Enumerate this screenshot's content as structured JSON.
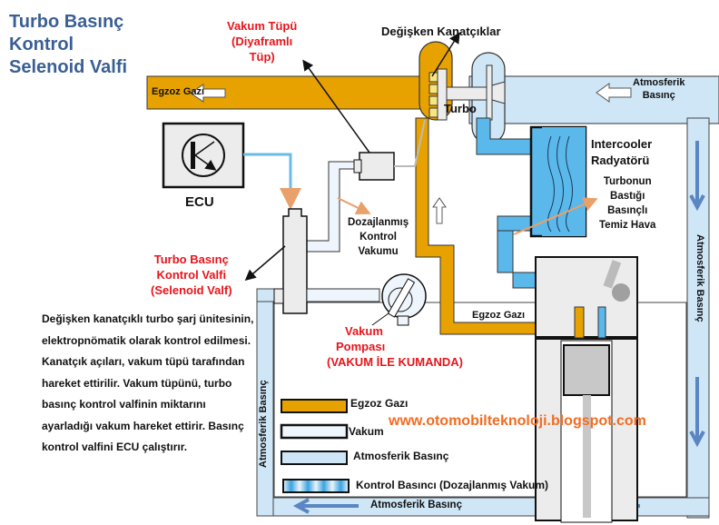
{
  "title": {
    "line1": "Turbo Basınç",
    "line2": "Kontrol",
    "line3": "Selenoid Valfi"
  },
  "labels": {
    "vacuum_tube": {
      "line1": "Vakum Tüpü",
      "line2": "(Diyaframlı",
      "line3": "Tüp)"
    },
    "variable_vanes": "Değişken Kanatçıklar",
    "exhaust_gas_top": "Egzoz Gazı",
    "atmospheric_top": {
      "line1": "Atmosferik",
      "line2": "Basınç"
    },
    "turbo": "Turbo",
    "ecu": "ECU",
    "intercooler": {
      "line1": "Intercooler",
      "line2": "Radyatörü"
    },
    "compressed_air": {
      "line1": "Turbonun",
      "line2": "Bastığı",
      "line3": "Basınçlı",
      "line4": "Temiz Hava"
    },
    "metered_vacuum": {
      "line1": "Dozajlanmış",
      "line2": "Kontrol",
      "line3": "Vakumu"
    },
    "control_valve": {
      "line1": "Turbo Basınç",
      "line2": "Kontrol Valfi",
      "line3": "(Selenoid Valf)"
    },
    "exhaust_gas_engine": "Egzoz Gazı",
    "vacuum_pump": {
      "line1": "Vakum",
      "line2": "Pompası",
      "line3": "(VAKUM İLE KUMANDA)"
    },
    "atmospheric_left": "Atmosferik Basınç",
    "atmospheric_right": "Atmosferik Basınç",
    "atmospheric_bottom": "Atmosferik Basınç",
    "website": "www.otomobilteknoloji.blogspot.com"
  },
  "description": "Değişken kanatçıklı turbo şarj ünitesinin,  elektropnömatik olarak kontrol edilmesi. Kanatçık açıları, vakum tüpü tarafından hareket ettirilir. Vakum tüpünü, turbo basınç kontrol valfinin miktarını ayarladığı vakum hareket ettirir. Basınç kontrol valfini ECU çalıştırır.",
  "legend": [
    {
      "label": "Egzoz Gazı",
      "color": "#e8a200"
    },
    {
      "label": "Vakum",
      "color": "#eef5fc"
    },
    {
      "label": "Atmosferik Basınç",
      "color": "#cfe6f7"
    },
    {
      "label": "Kontrol Basıncı (Dozajlanmış Vakum)",
      "color": "#3aa3e0"
    }
  ],
  "colors": {
    "exhaust": "#e8a200",
    "atmospheric": "#cfe6f7",
    "intake": "#5bb8ea",
    "vacuum": "#eef5fc",
    "title": "#3a5f94",
    "annotation_red": "#e8141b",
    "website": "#f26c22"
  }
}
